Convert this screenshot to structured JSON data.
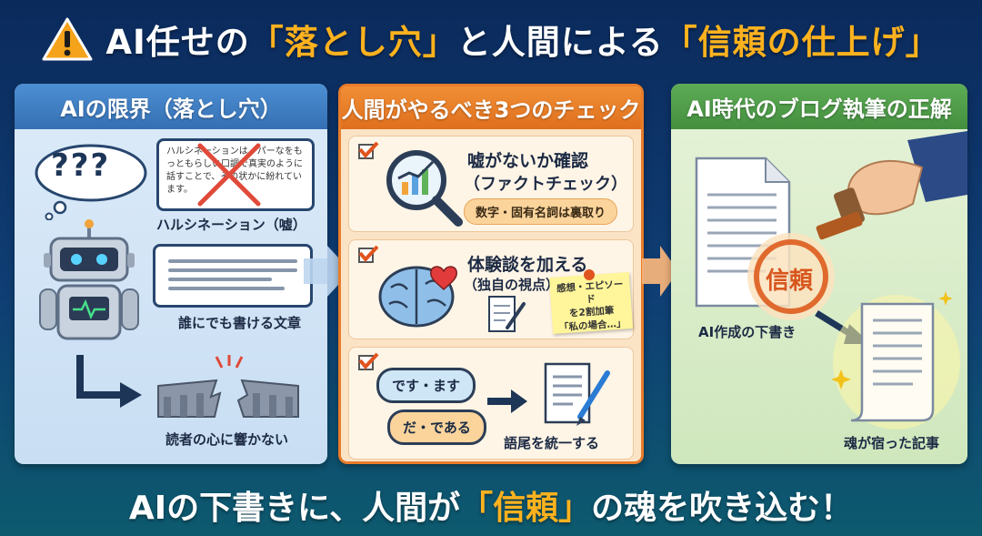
{
  "header": {
    "title_pre": "AI任せの",
    "title_hl1": "「落とし穴」",
    "title_mid": "と人間による",
    "title_hl2": "「信頼の仕上げ」"
  },
  "panel1": {
    "title": "AIの限界（落とし穴）",
    "thought": "???",
    "hallucination_text": "ハルシネーションは、パーなをもっともらしい口調で真実のように話すことで、その状かに紛れています。",
    "hallucination_label": "ハルシネーション（嘘）",
    "generic_label": "誰にでも書ける文章",
    "bridge_label": "読者の心に響かない"
  },
  "panel2": {
    "title": "人間がやるべき3つのチェック",
    "check1": {
      "title": "嘘がないか確認",
      "subtitle": "（ファクトチェック）",
      "pill": "数字・固有名詞は裏取り"
    },
    "check2": {
      "title": "体験談を加える",
      "subtitle": "（独自の視点）",
      "sticky_l1": "感想・エピソード",
      "sticky_l2": "を2割加筆",
      "sticky_l3": "「私の場合…」"
    },
    "check3": {
      "bubble1": "です・ます",
      "bubble2": "だ・である",
      "label": "語尾を統一する"
    }
  },
  "panel3": {
    "title": "AI時代のブログ執筆の正解",
    "stamp": "信頼",
    "draft_label": "AI作成の下書き",
    "final_label": "魂が宿った記事"
  },
  "footer": {
    "pre": "AIの下書きに、人間が",
    "hl": "「信頼」",
    "post": "の魂を吹き込む！"
  },
  "colors": {
    "accent": "#ffb21e",
    "panel1": "#356fb3",
    "panel2": "#e06f1d",
    "panel3": "#438f3f"
  }
}
